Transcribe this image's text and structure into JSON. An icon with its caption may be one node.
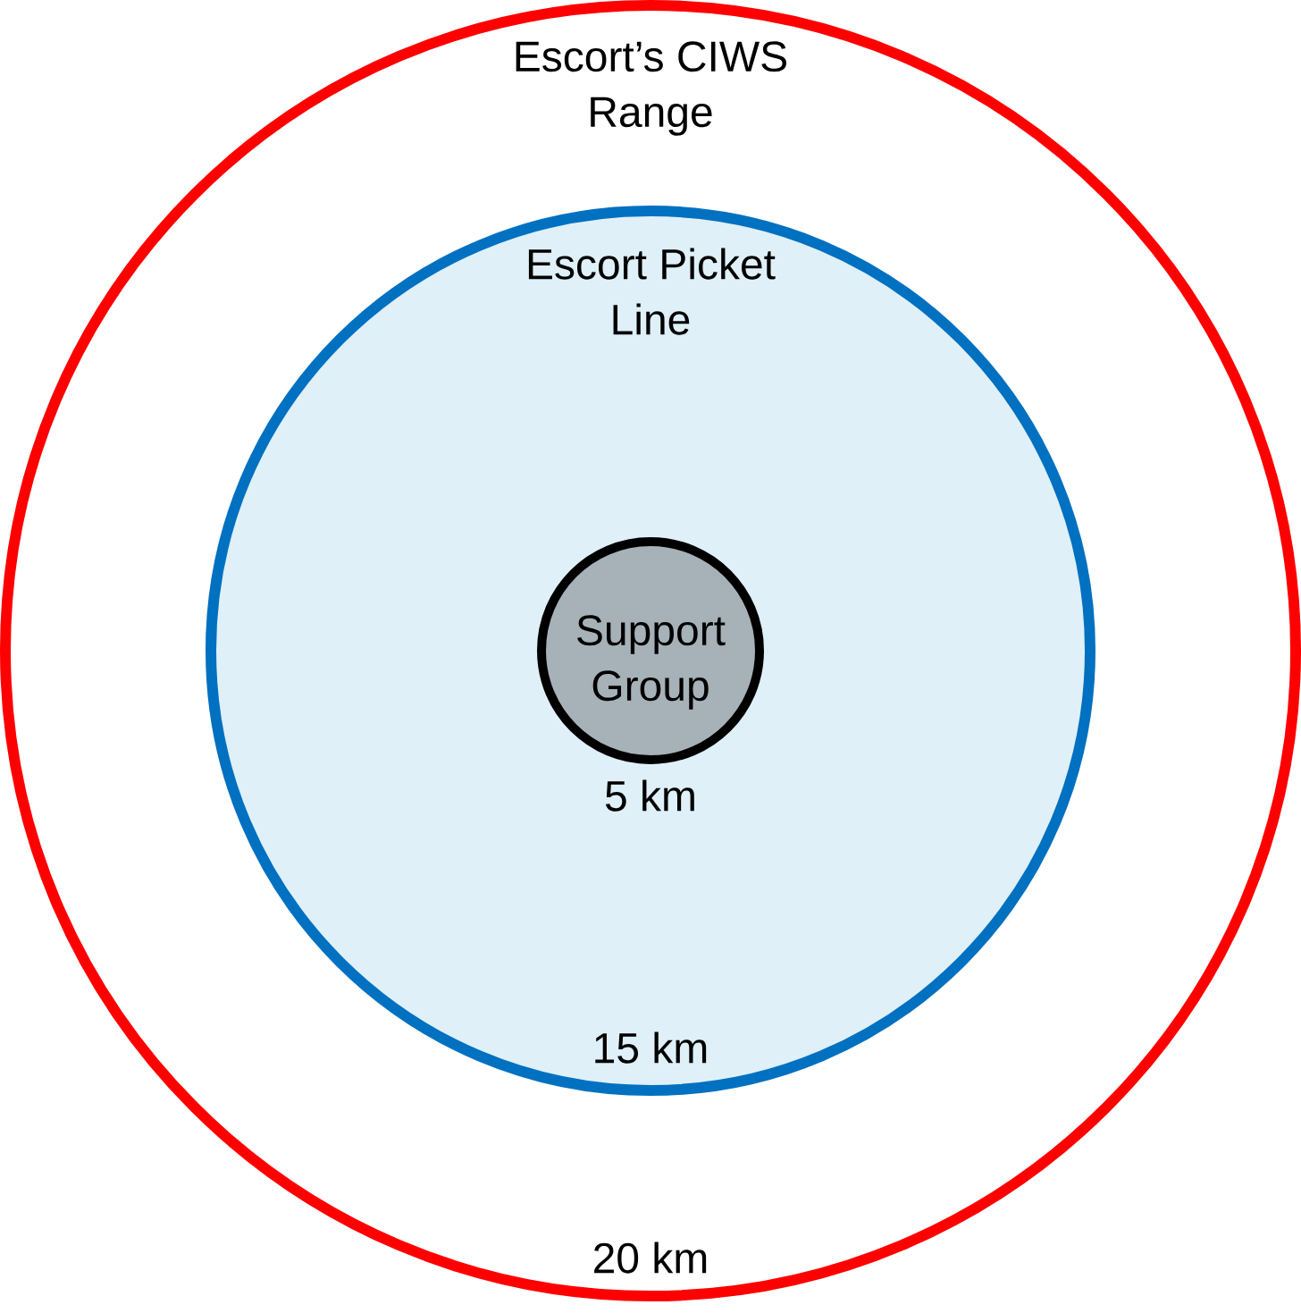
{
  "diagram": {
    "nodes": [
      {
        "text": [
          "Escort’s CIWS Range",
          "20 km"
        ]
      },
      {
        "text": [
          "Escort Picket Line",
          "15 km"
        ],
        "in": 0
      },
      {
        "text": [
          "Support Group"
        ],
        "beside": [
          "5 km"
        ],
        "in": 1
      }
    ]
  }
}
